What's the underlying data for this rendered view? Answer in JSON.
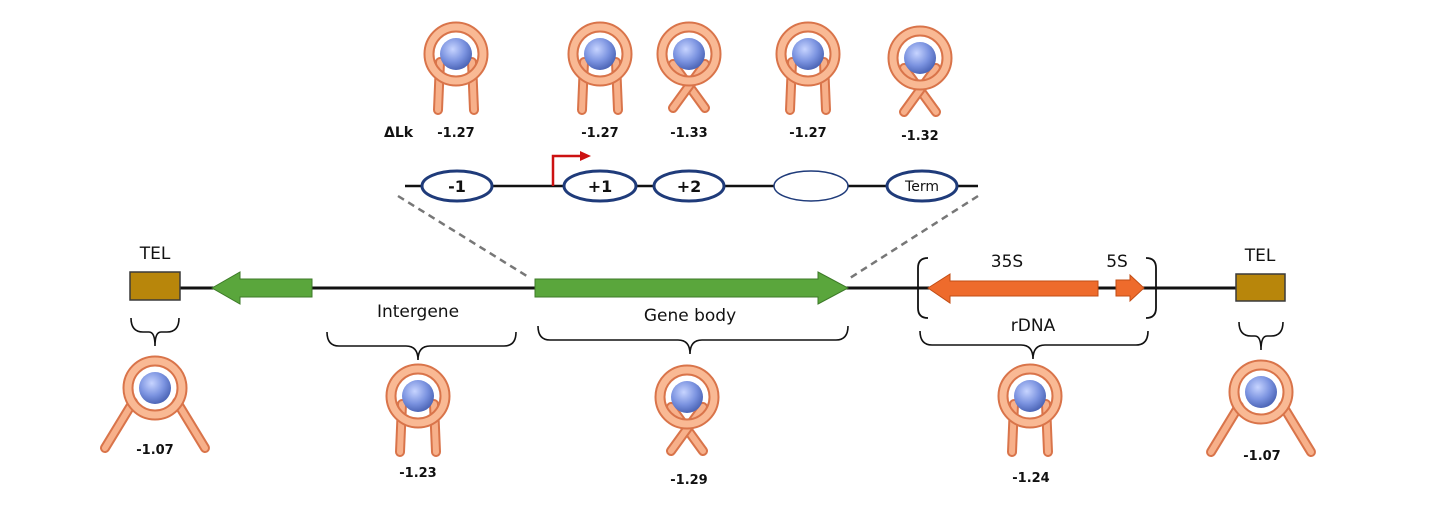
{
  "delta_lk_label": "ΔLk",
  "top_nucleosomes": [
    {
      "label": "-1",
      "value": "-1.27",
      "style": "open"
    },
    {
      "label": "+1",
      "value": "-1.27",
      "style": "open"
    },
    {
      "label": "+2",
      "value": "-1.33",
      "style": "crossed"
    },
    {
      "label": "",
      "value": "-1.27",
      "style": "open"
    },
    {
      "label": "Term",
      "value": "-1.32",
      "style": "crossed"
    }
  ],
  "regions": {
    "tel_left": "TEL",
    "intergene": "Intergene",
    "gene_body": "Gene body",
    "rdna": "rDNA",
    "rdna_35s": "35S",
    "rdna_5s": "5S",
    "tel_right": "TEL"
  },
  "bottom_values": {
    "tel_left": "-1.07",
    "intergene": "-1.23",
    "gene_body": "-1.29",
    "rdna": "-1.24",
    "tel_right": "-1.07"
  },
  "colors": {
    "dna_tube": "#f4a582",
    "dna_tube_edge": "#d9744a",
    "histone": "#7b93e0",
    "nucleosome_oval": "#1f3b7a",
    "gene_arrow": "#5aa63c",
    "rdna_arrow": "#ee6b2c",
    "telomere": "#b8860b",
    "tss_arrow": "#cc1111"
  }
}
